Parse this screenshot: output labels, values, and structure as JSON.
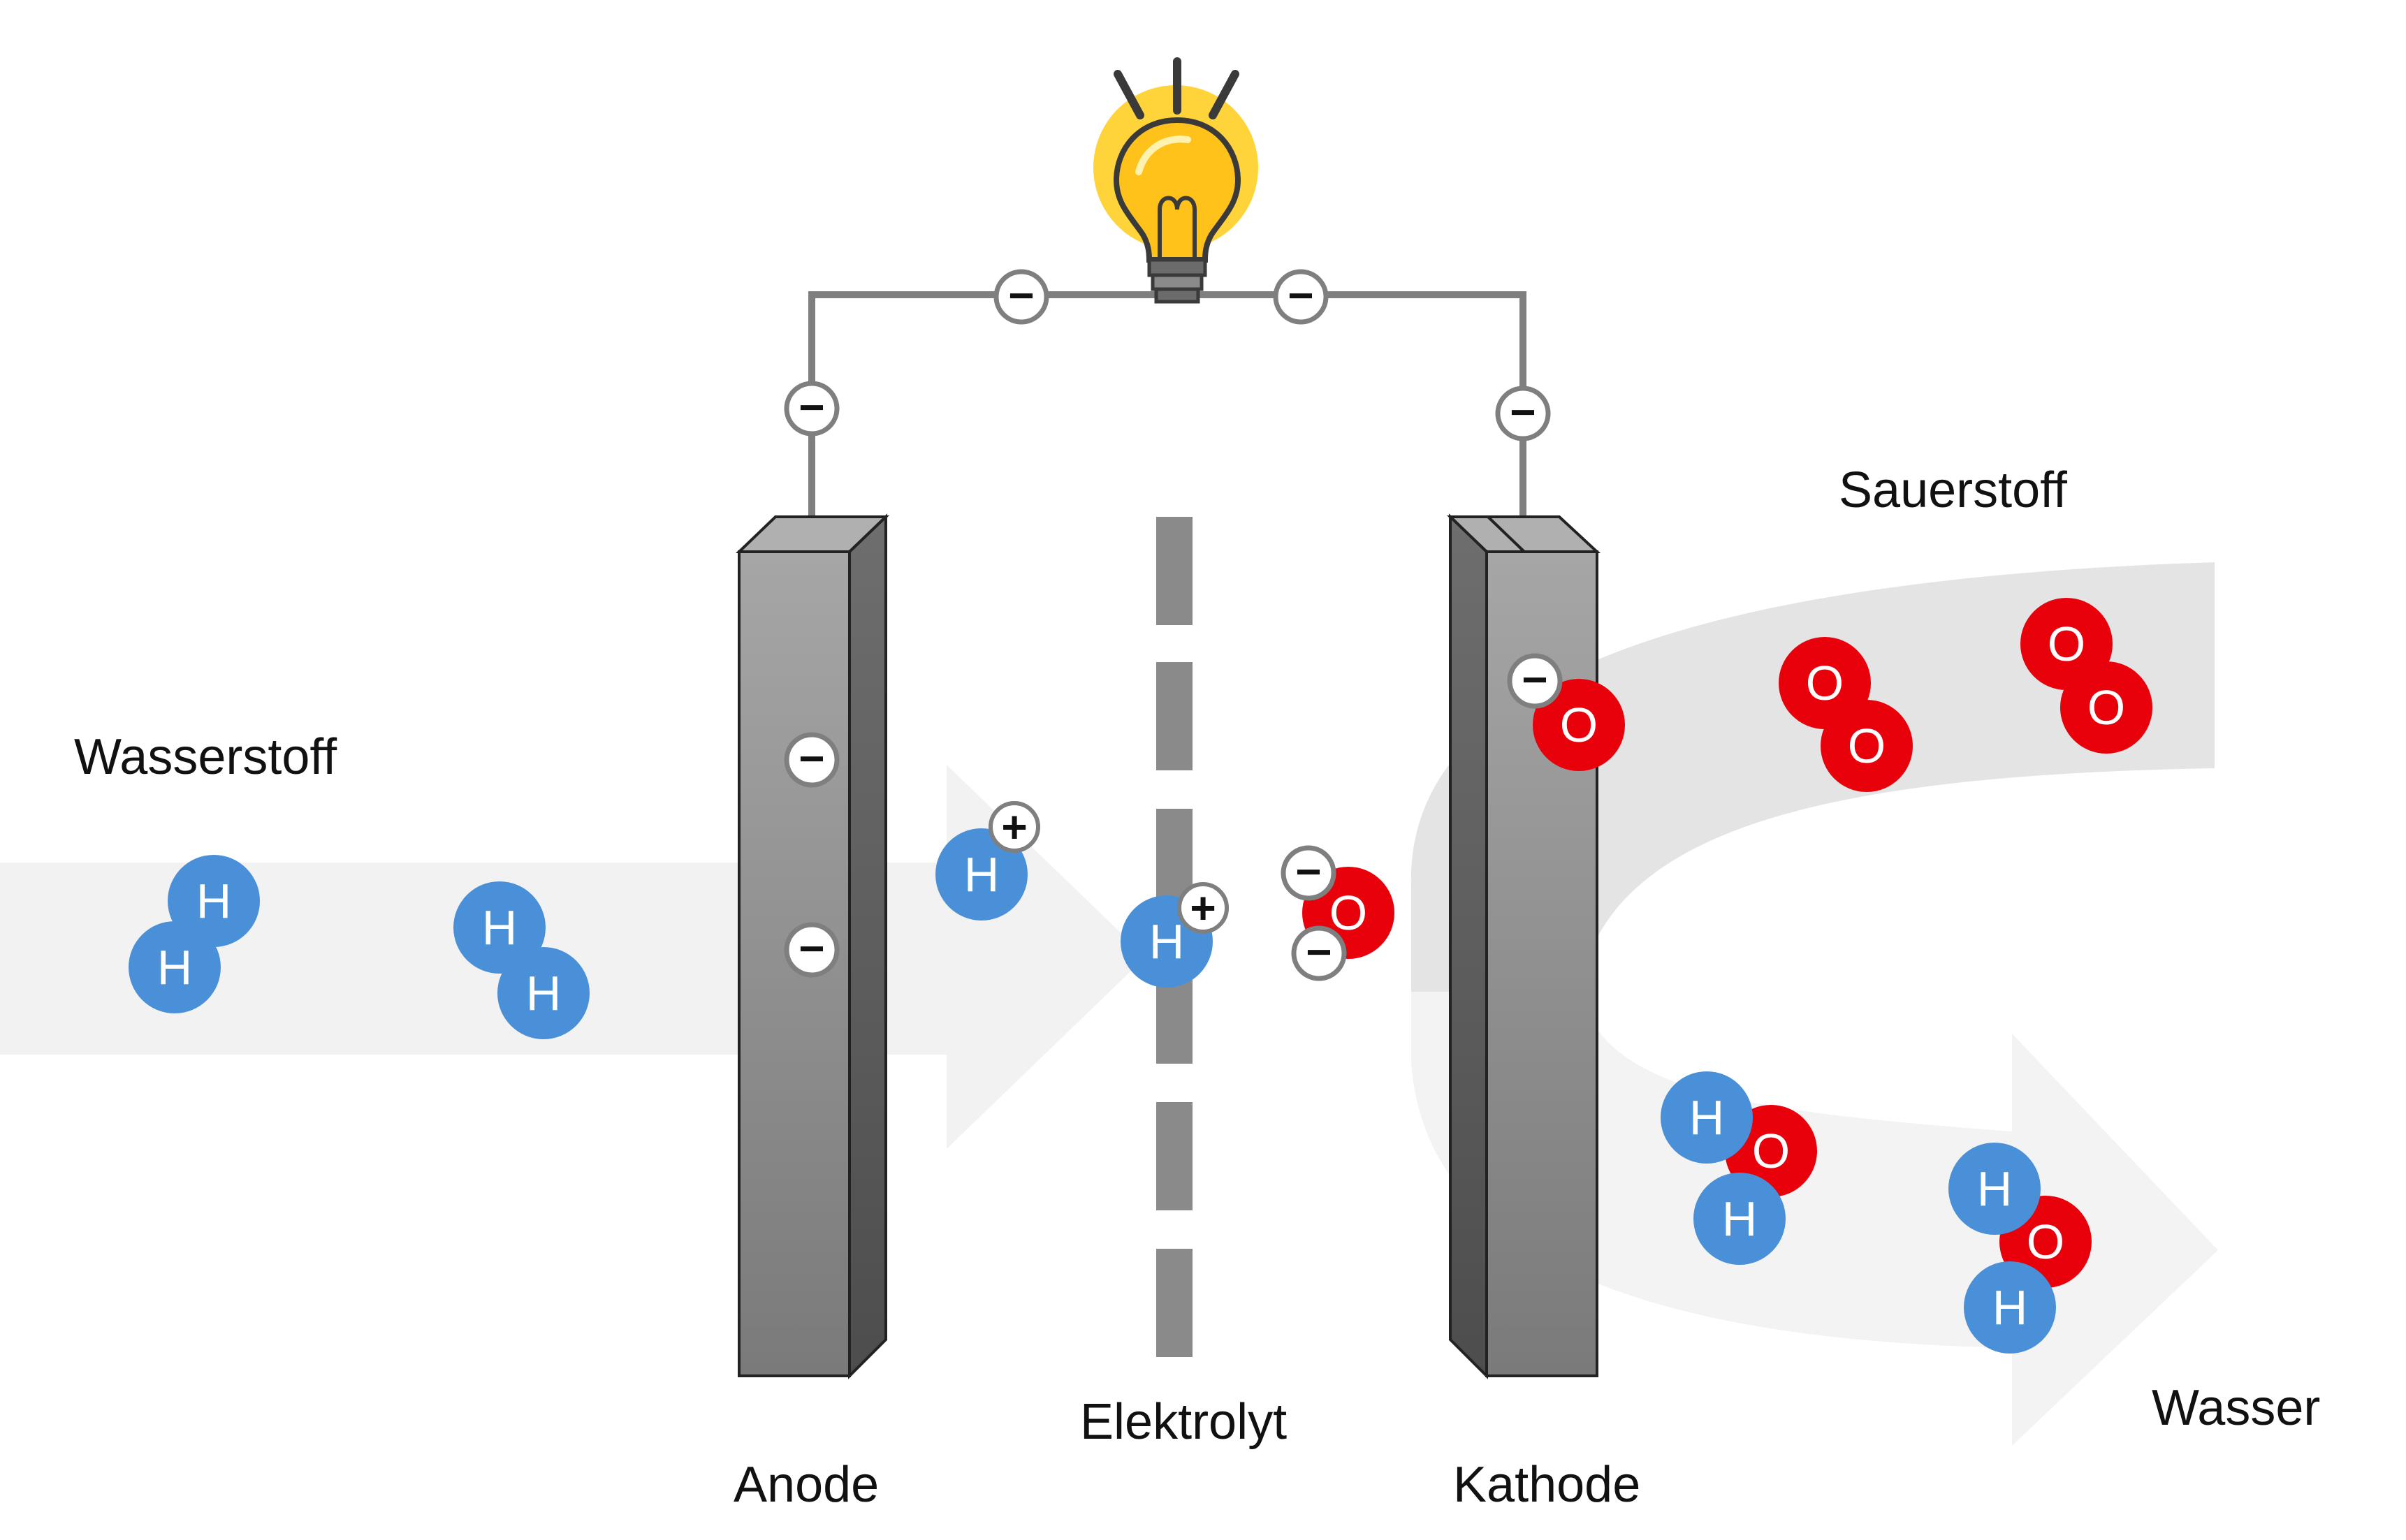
{
  "labels": {
    "wasserstoff": "Wasserstoff",
    "sauerstoff": "Sauerstoff",
    "anode": "Anode",
    "kathode": "Kathode",
    "elektrolyt": "Elektrolyt",
    "wasser": "Wasser"
  },
  "atoms": {
    "hydrogen": "H",
    "oxygen": "O"
  },
  "charges": {
    "negative": "−",
    "positive": "+"
  },
  "colors": {
    "hydrogen": "#4a90d9",
    "oxygen": "#e8000b",
    "electrode": "#8c8c8c",
    "wire": "#7f7f7f",
    "flow": "#efefef",
    "bulb_glow": "#ffd43b"
  },
  "icons": [
    "light-bulb-icon"
  ]
}
